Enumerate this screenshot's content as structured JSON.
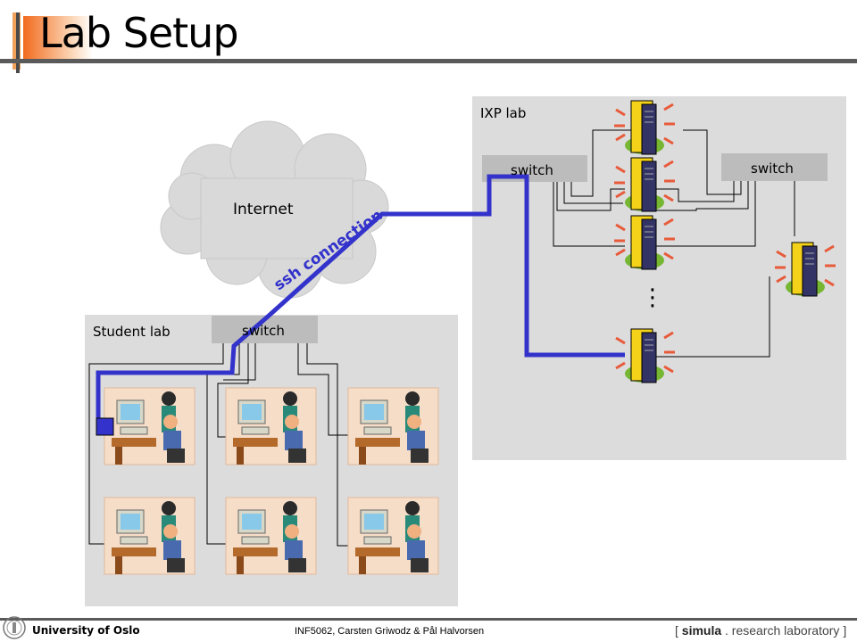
{
  "slide": {
    "title": "Lab Setup",
    "footer": {
      "university": "University of Oslo",
      "credits": "INF5062, Carsten Griwodz & Pål Halvorsen",
      "simula_open": "[ ",
      "simula_brand": "simula",
      "simula_rest": " . research laboratory ]"
    }
  },
  "diagram": {
    "ixp_lab_label": "IXP lab",
    "student_lab_label": "Student lab",
    "internet_label": "Internet",
    "ssh_label": "ssh connection",
    "switch_label": "switch",
    "ellipsis": "⋮",
    "colors": {
      "panel": "#dcdcdc",
      "switch": "#bcbcbc",
      "cloud": "#d9d9d9",
      "ssh": "#3333cc",
      "wire": "#000000"
    }
  }
}
